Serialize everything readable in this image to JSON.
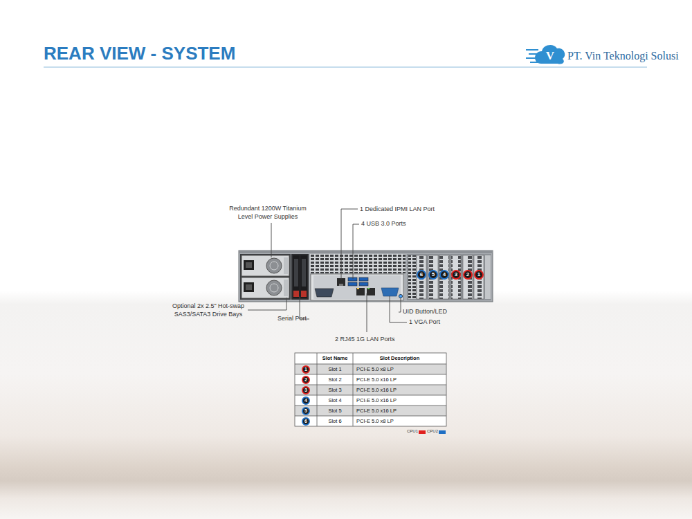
{
  "diagram": {
    "title": "REAR VIEW - SYSTEM",
    "nodes": [
      {
        "text": [
          "6"
        ]
      },
      {
        "text": [
          "5"
        ]
      },
      {
        "text": [
          "4"
        ]
      },
      {
        "text": [
          "3"
        ]
      },
      {
        "text": [
          "2"
        ]
      },
      {
        "text": [
          "1"
        ]
      },
      {
        "text": [
          "1"
        ]
      },
      {
        "text": [
          "2"
        ]
      },
      {
        "text": [
          "3"
        ]
      },
      {
        "text": [
          "4"
        ]
      },
      {
        "text": [
          "5"
        ]
      },
      {
        "text": [
          "6"
        ]
      }
    ],
    "labels": [
      "V",
      "PT. Vin Teknologi Solusi",
      "Redundant 1200W Titanium Level Power Supplies",
      "1 Dedicated IPMI LAN Port",
      "4 USB 3.0 Ports",
      "Optional 2x 2.5\" Hot-swap SAS3/SATA3 Drive Bays",
      "Serial Port",
      "UID Button/LED",
      "1 VGA Port",
      "2 RJ45 1G LAN Ports",
      "Slot Name",
      "Slot Description",
      "Slot 1",
      "PCI-E 5.0 x8 LP",
      "Slot 2",
      "PCI-E 5.0 x16 LP",
      "Slot 3",
      "PCI-E 5.0 x16 LP",
      "Slot 4",
      "PCI-E 5.0 x16 LP",
      "Slot 5",
      "PCI-E 5.0 x16 LP",
      "Slot 6",
      "PCI-E 5.0 x8 LP"
    ],
    "legend": [
      {
        "text": "CPU1",
        "color": "#e0201e"
      },
      {
        "text": "CPU2",
        "color": "#1f6fc4"
      }
    ]
  }
}
